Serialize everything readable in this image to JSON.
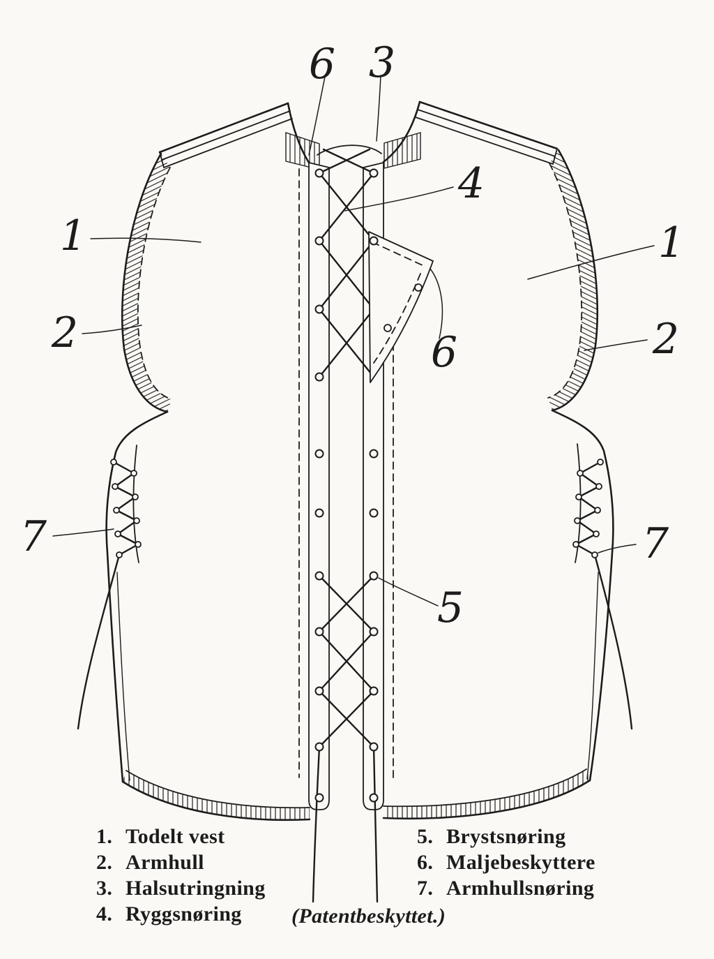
{
  "figure": {
    "description": "Patent-style line drawing of a two-part laced vest (front view)",
    "colors": {
      "paper": "#faf9f5",
      "ink": "#1c1c1c"
    },
    "callouts": [
      {
        "label": "6"
      },
      {
        "label": "3"
      },
      {
        "label": "4"
      },
      {
        "label": "1"
      },
      {
        "label": "1"
      },
      {
        "label": "2"
      },
      {
        "label": "2"
      },
      {
        "label": "6"
      },
      {
        "label": "7"
      },
      {
        "label": "7"
      },
      {
        "label": "5"
      }
    ],
    "legend": {
      "left": [
        {
          "num": "1.",
          "label": "Todelt vest"
        },
        {
          "num": "2.",
          "label": "Armhull"
        },
        {
          "num": "3.",
          "label": "Halsutringning"
        },
        {
          "num": "4.",
          "label": "Ryggsnøring"
        }
      ],
      "right": [
        {
          "num": "5.",
          "label": "Brystsnøring"
        },
        {
          "num": "6.",
          "label": "Maljebeskyttere"
        },
        {
          "num": "7.",
          "label": "Armhullsnøring"
        }
      ],
      "patent_note": "(Patentbeskyttet.)"
    }
  }
}
